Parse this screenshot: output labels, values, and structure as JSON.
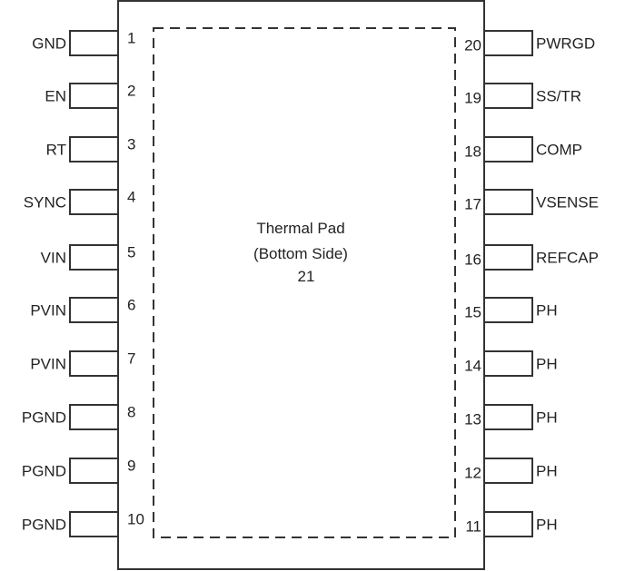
{
  "package": {
    "thermal_pad": {
      "title": "Thermal Pad",
      "subtitle": "(Bottom Side)",
      "number": "21"
    },
    "left_pins": [
      {
        "number": "1",
        "name": "GND"
      },
      {
        "number": "2",
        "name": "EN"
      },
      {
        "number": "3",
        "name": "RT"
      },
      {
        "number": "4",
        "name": "SYNC"
      },
      {
        "number": "5",
        "name": "VIN"
      },
      {
        "number": "6",
        "name": "PVIN"
      },
      {
        "number": "7",
        "name": "PVIN"
      },
      {
        "number": "8",
        "name": "PGND"
      },
      {
        "number": "9",
        "name": "PGND"
      },
      {
        "number": "10",
        "name": "PGND"
      }
    ],
    "right_pins": [
      {
        "number": "20",
        "name": "PWRGD"
      },
      {
        "number": "19",
        "name": "SS/TR"
      },
      {
        "number": "18",
        "name": "COMP"
      },
      {
        "number": "17",
        "name": "VSENSE"
      },
      {
        "number": "16",
        "name": "REFCAP"
      },
      {
        "number": "15",
        "name": "PH"
      },
      {
        "number": "14",
        "name": "PH"
      },
      {
        "number": "13",
        "name": "PH"
      },
      {
        "number": "12",
        "name": "PH"
      },
      {
        "number": "11",
        "name": "PH"
      }
    ]
  }
}
